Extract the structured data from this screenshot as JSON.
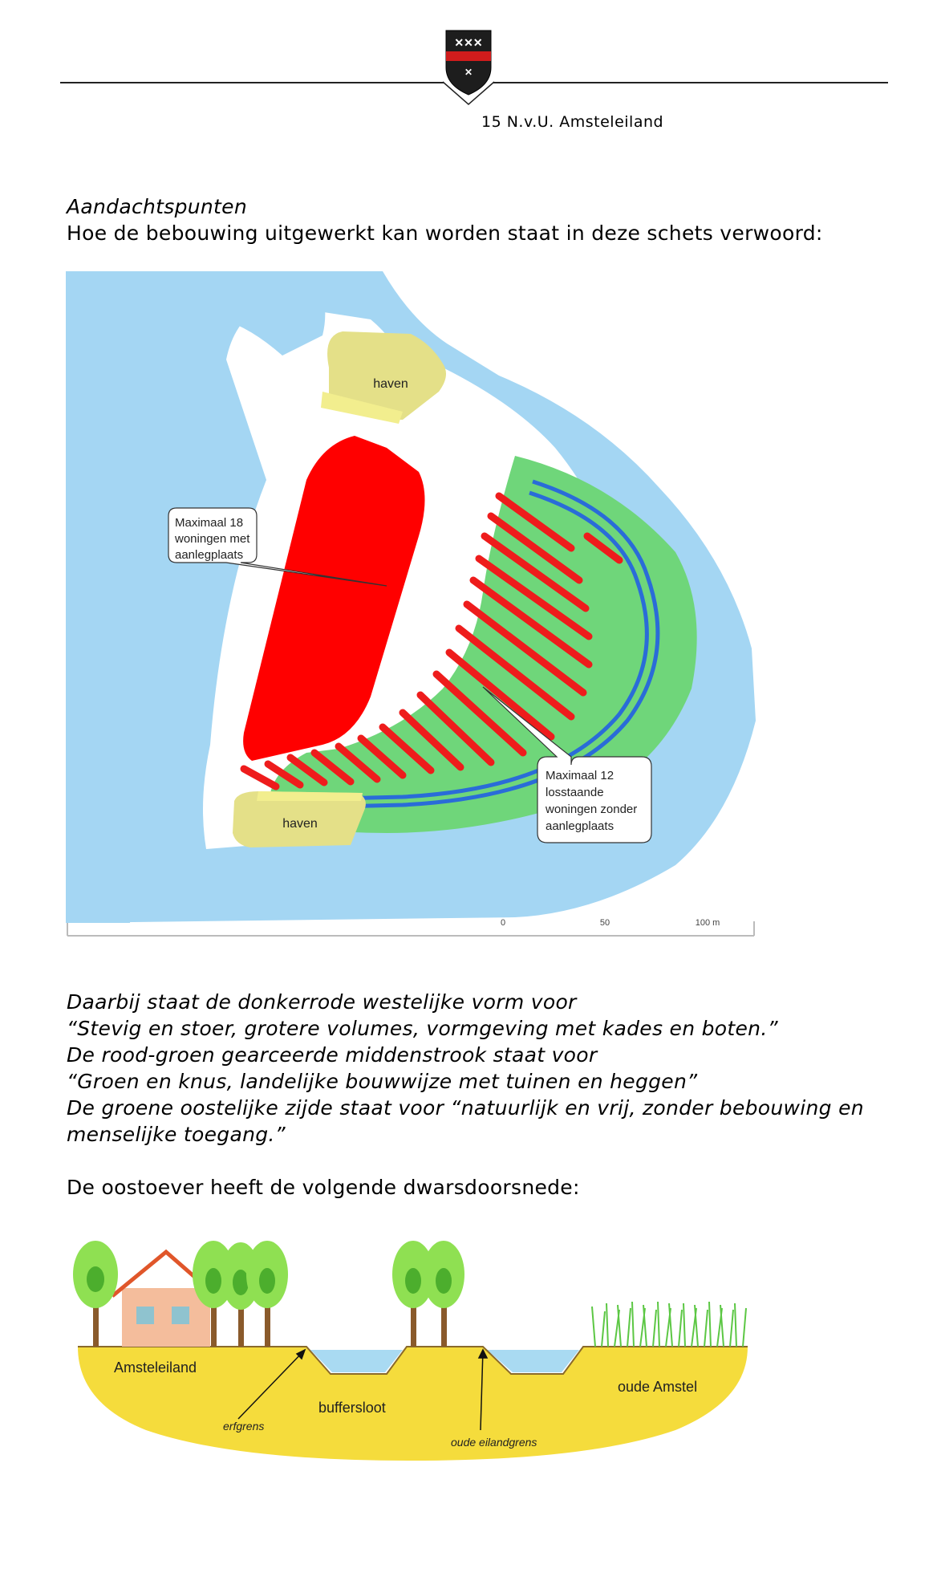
{
  "header": {
    "page_label": "15 N.v.U. Amsteleiland",
    "crest_icon": "amsterdam-crest-icon"
  },
  "intro": {
    "heading": "Aandachtspunten",
    "text": "Hoe de bebouwing uitgewerkt kan worden staat in deze schets verwoord:"
  },
  "map": {
    "haven_top": "haven",
    "haven_bottom": "haven",
    "callout_left": [
      "Maximaal 18",
      "woningen met",
      "aanlegplaats"
    ],
    "callout_right": [
      "Maximaal 12",
      "losstaande",
      "woningen zonder",
      "aanlegplaats"
    ],
    "scale_labels": [
      "0",
      "50",
      "100 m"
    ],
    "colors": {
      "water": "#a4d6f3",
      "haven": "#e4e088",
      "red_area": "#ff0000",
      "green_area": "#6fd67a",
      "stripe": "#ee1c1c",
      "blue_line": "#2a6cd8"
    }
  },
  "description": {
    "lines": [
      "Daarbij staat de donkerrode westelijke vorm voor",
      "“Stevig en stoer, grotere volumes, vormgeving met kades en boten.”",
      "De rood-groen gearceerde middenstrook staat voor",
      "“Groen en knus, landelijke bouwwijze met tuinen en heggen”",
      "De groene oostelijke zijde staat voor “natuurlijk en vrij, zonder bebouwing en",
      "menselijke toegang.”"
    ]
  },
  "section": {
    "intro": "De oostoever heeft de volgende dwarsdoorsnede:",
    "labels": {
      "amsteleiland": "Amsteleiland",
      "buffersloot": "buffersloot",
      "oude_amstel": "oude Amstel",
      "erfgrens": "erfgrens",
      "oude_eilandgrens": "oude eilandgrens"
    },
    "colors": {
      "ground": "#f5dc3c",
      "water": "#a9daf2",
      "house": "#f4bd9c",
      "roof": "#e0562a",
      "window": "#8fc3cf",
      "tree_leaf": "#8fe052",
      "trunk": "#8a5a2b",
      "reed": "#5cc744"
    }
  }
}
